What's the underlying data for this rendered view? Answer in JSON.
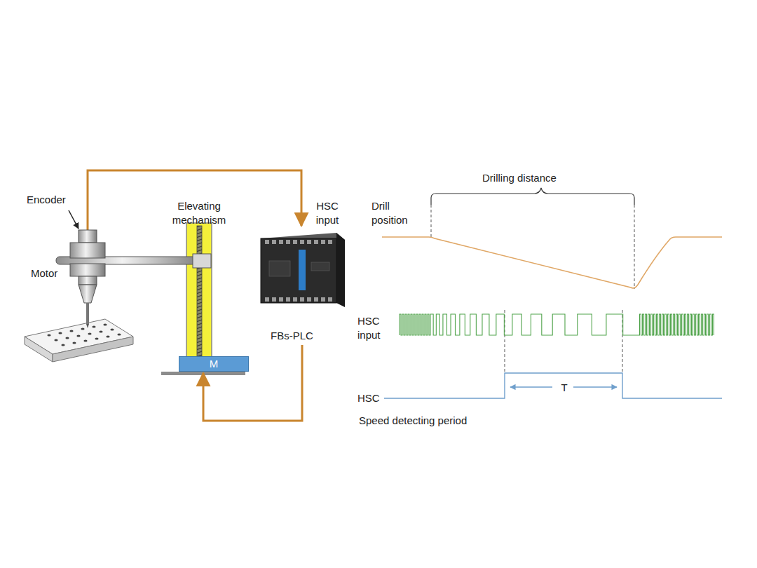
{
  "diagram": {
    "nodes": [
      {
        "text": [
          "FBs-PLC"
        ]
      },
      {
        "text": [
          "M"
        ]
      }
    ],
    "edges": [
      {
        "from": 0,
        "to": 1,
        "arrow": "to"
      }
    ],
    "labels": [
      "Encoder",
      "Motor",
      "Elevating mechanism",
      "HSC input",
      "Drilling distance",
      "Drill position",
      "HSC input",
      "T",
      "HSC",
      "Speed detecting period"
    ]
  }
}
